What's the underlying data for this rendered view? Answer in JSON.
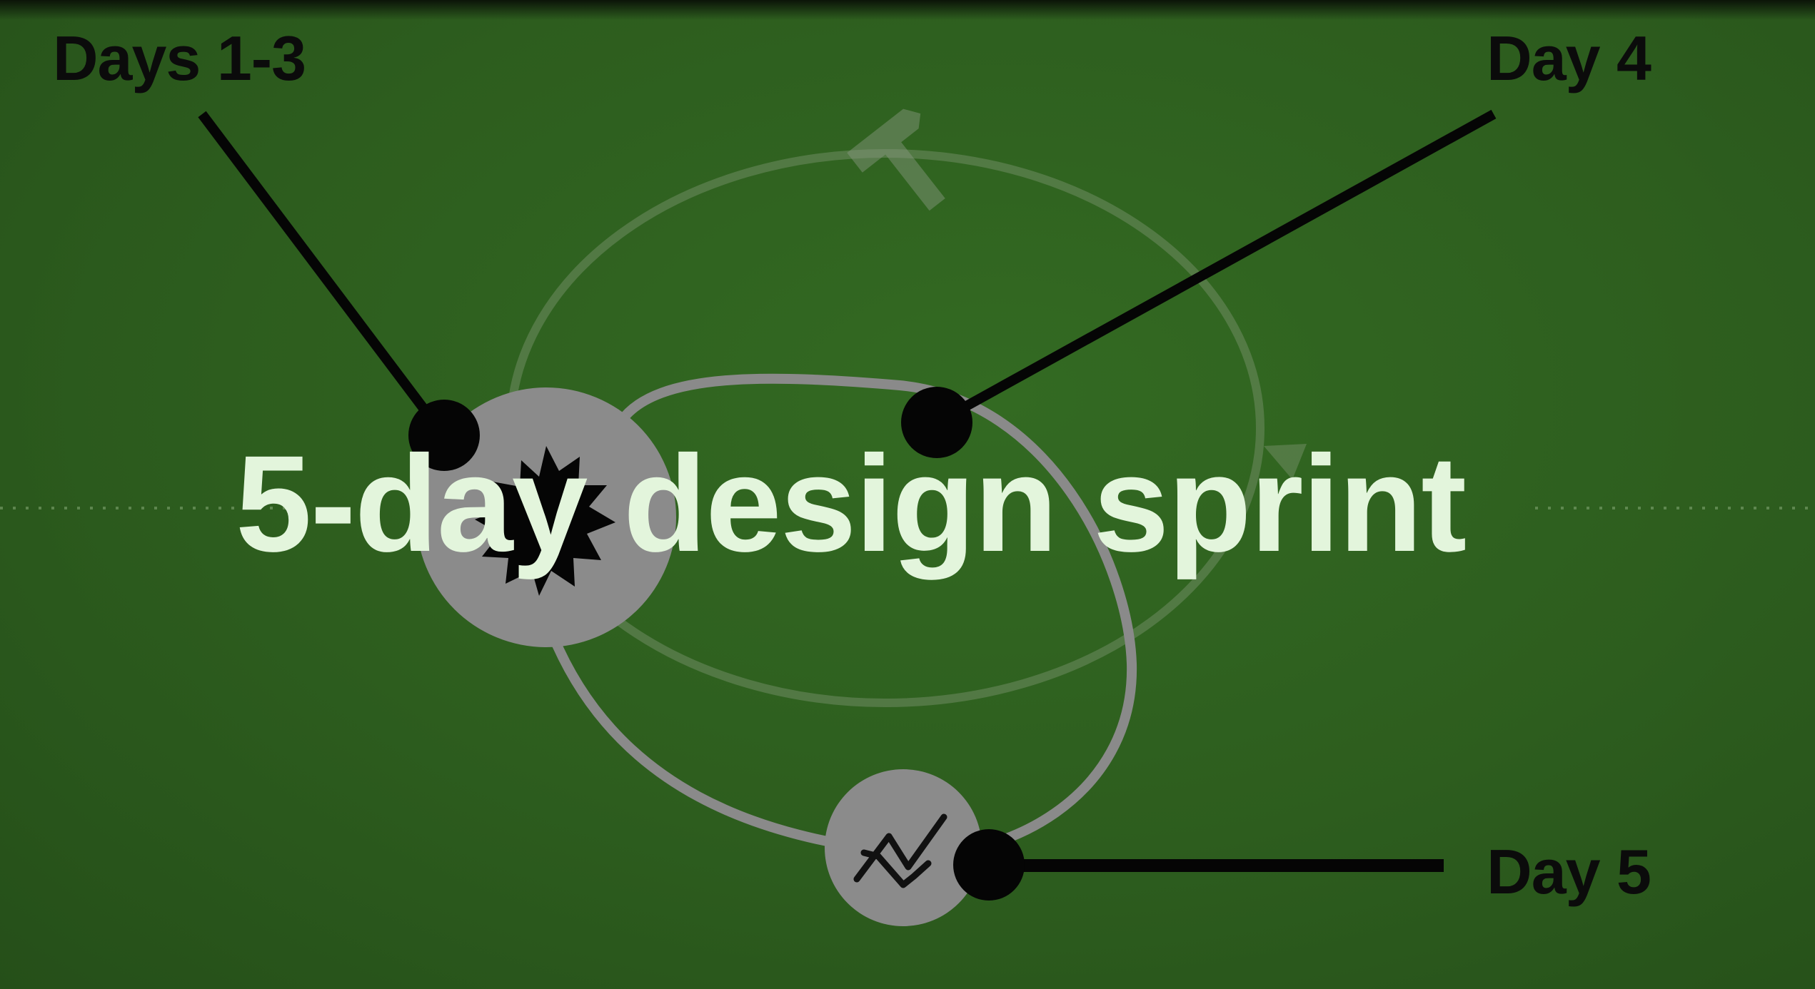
{
  "diagram": {
    "title": "5-day design sprint",
    "labels": {
      "days_1_3": "Days 1-3",
      "day_4": "Day 4",
      "day_5": "Day 5"
    },
    "icons": {
      "stage_1": "burst-icon",
      "stage_2": "hammer-icon",
      "stage_3": "chart-line-icon"
    },
    "colors": {
      "background": "#2e5e1f",
      "loop_stroke": "#8a8a8a",
      "node_fill": "#8b8b8b",
      "callout": "#0b0b0b",
      "title": "#e3f5dc"
    }
  }
}
